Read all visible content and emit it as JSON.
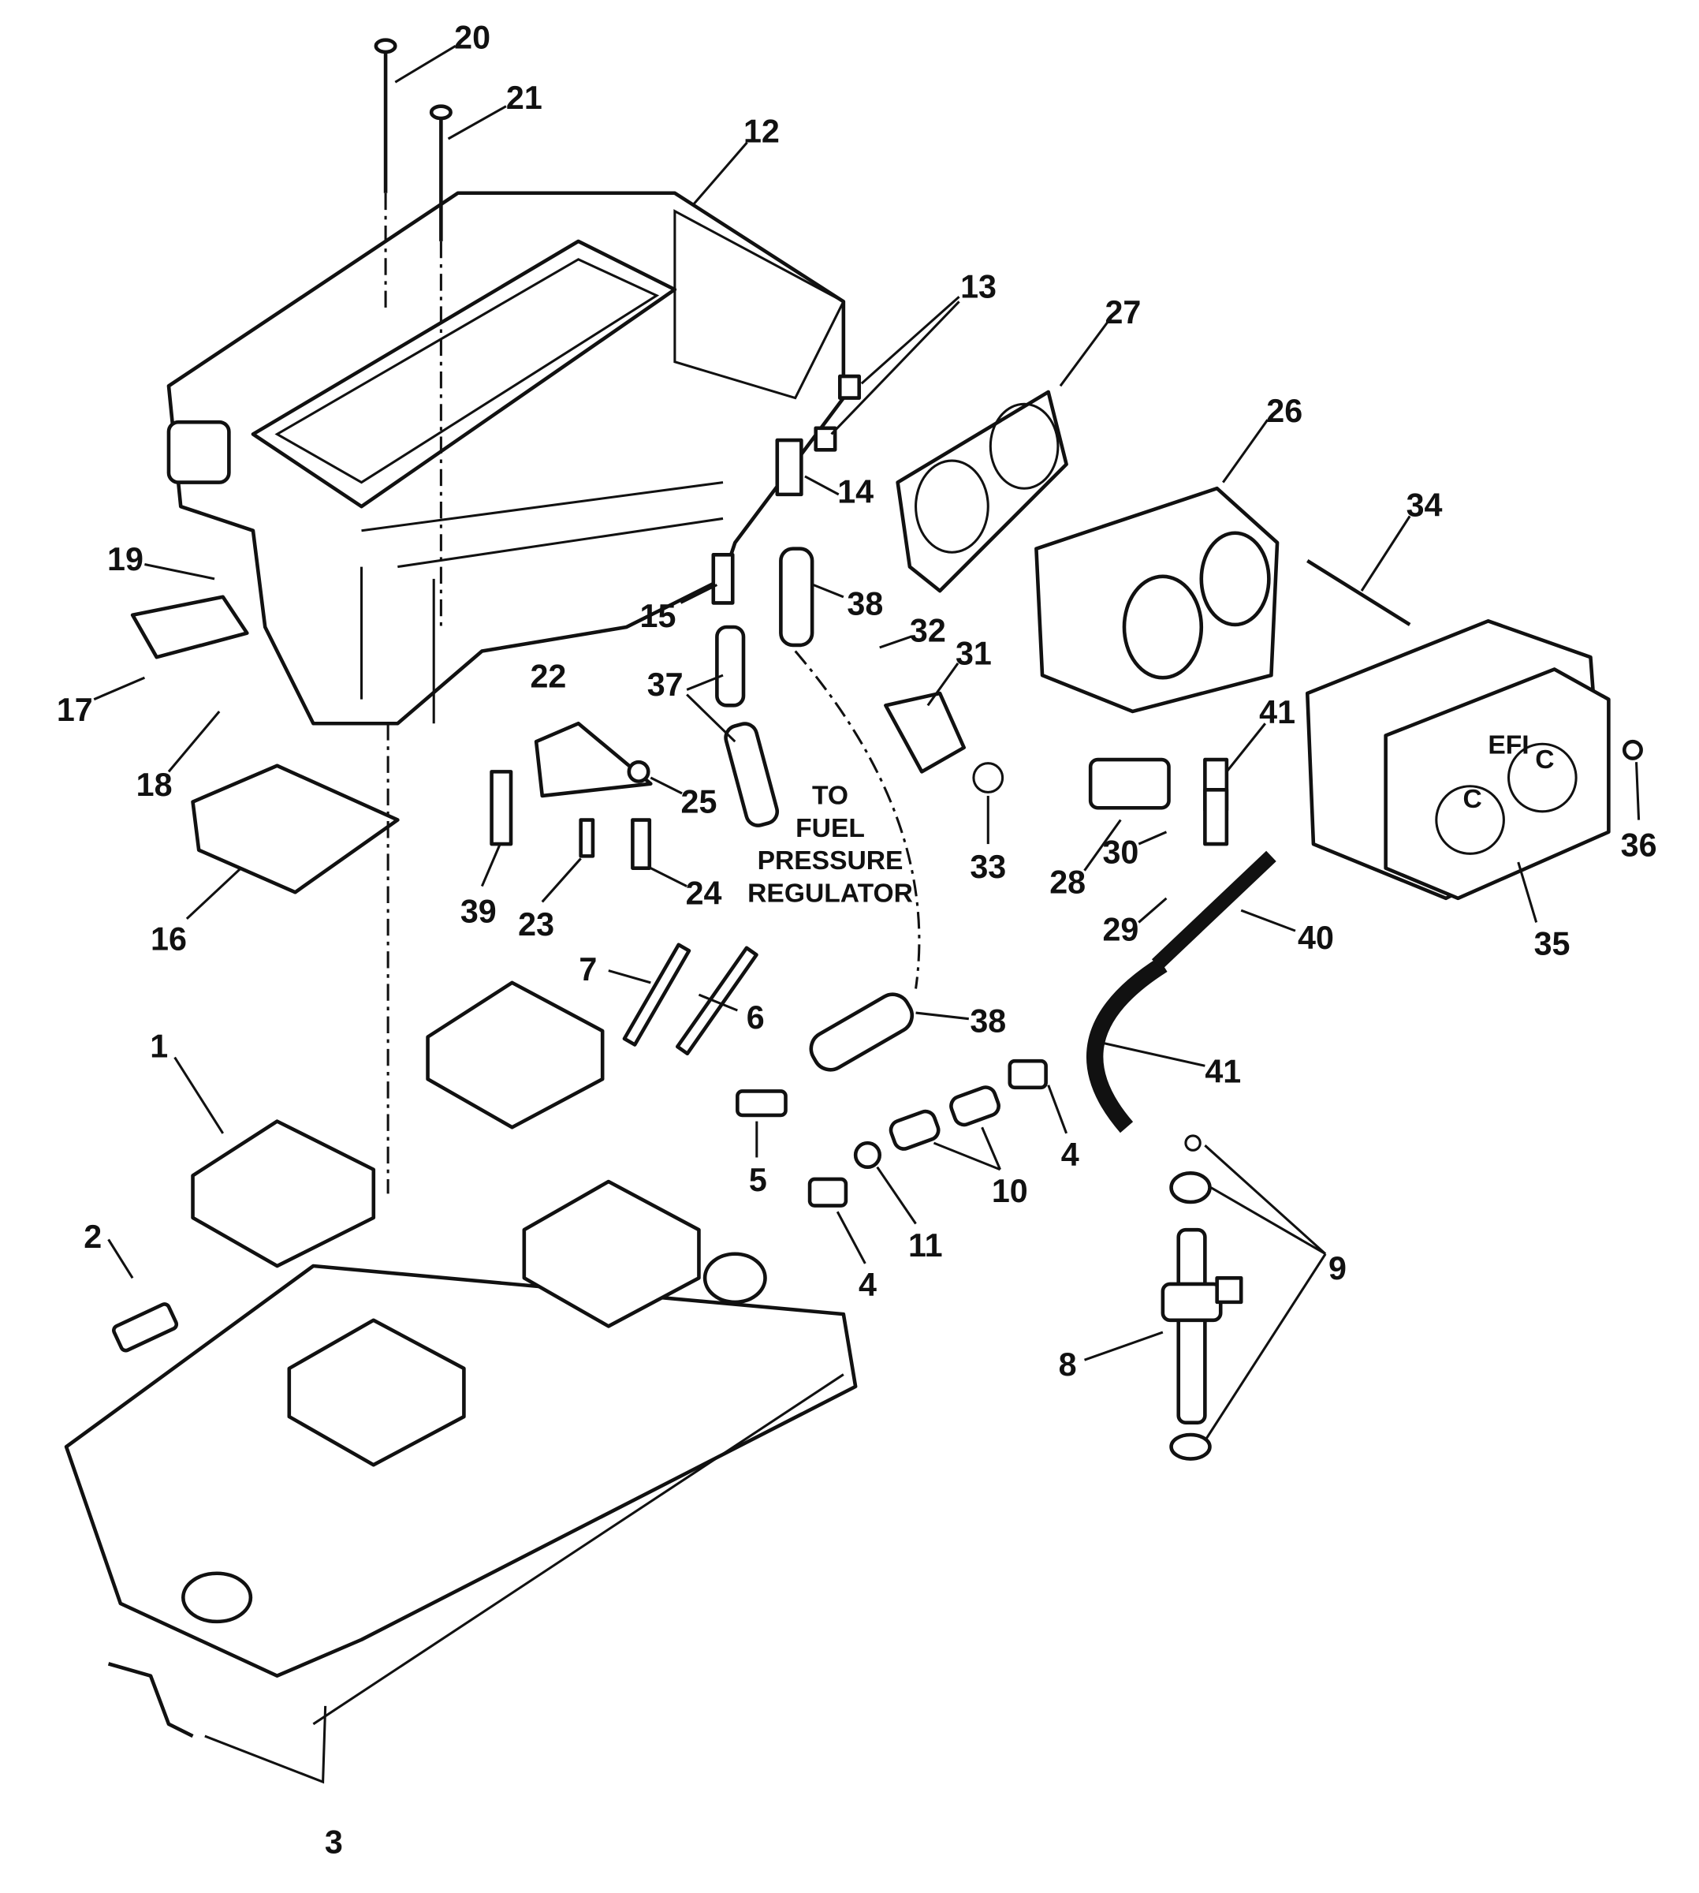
{
  "diagram": {
    "callouts": [
      "20",
      "21",
      "12",
      "13",
      "27",
      "26",
      "34",
      "14",
      "19",
      "15",
      "38",
      "32",
      "31",
      "37",
      "41",
      "22",
      "25",
      "17",
      "18",
      "33",
      "30",
      "28",
      "29",
      "36",
      "35",
      "39",
      "23",
      "24",
      "16",
      "40",
      "7",
      "6",
      "38",
      "41",
      "1",
      "4",
      "5",
      "10",
      "11",
      "4",
      "9",
      "2",
      "8",
      "3"
    ],
    "note_lines": [
      "TO",
      "FUEL",
      "PRESSURE",
      "REGULATOR"
    ],
    "part_35_markings": {
      "brand": "EFI",
      "left_port": "C",
      "right_port": "C"
    }
  }
}
